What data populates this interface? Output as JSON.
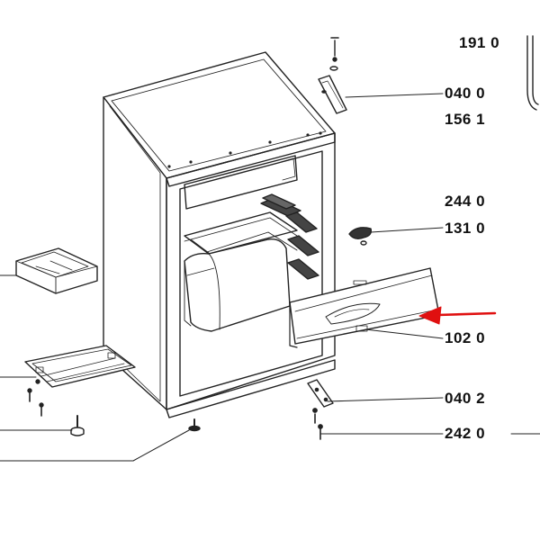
{
  "parts": [
    {
      "code": "191 0"
    },
    {
      "code": "040 0"
    },
    {
      "code": "156 1"
    },
    {
      "code": "244 0"
    },
    {
      "code": "131 0"
    },
    {
      "code": "102 0"
    },
    {
      "code": "040 2"
    },
    {
      "code": "242 0"
    }
  ],
  "colors": {
    "line": "#222222",
    "highlight_arrow": "#e01010",
    "background": "#ffffff"
  },
  "highlighted_part": "102 0"
}
